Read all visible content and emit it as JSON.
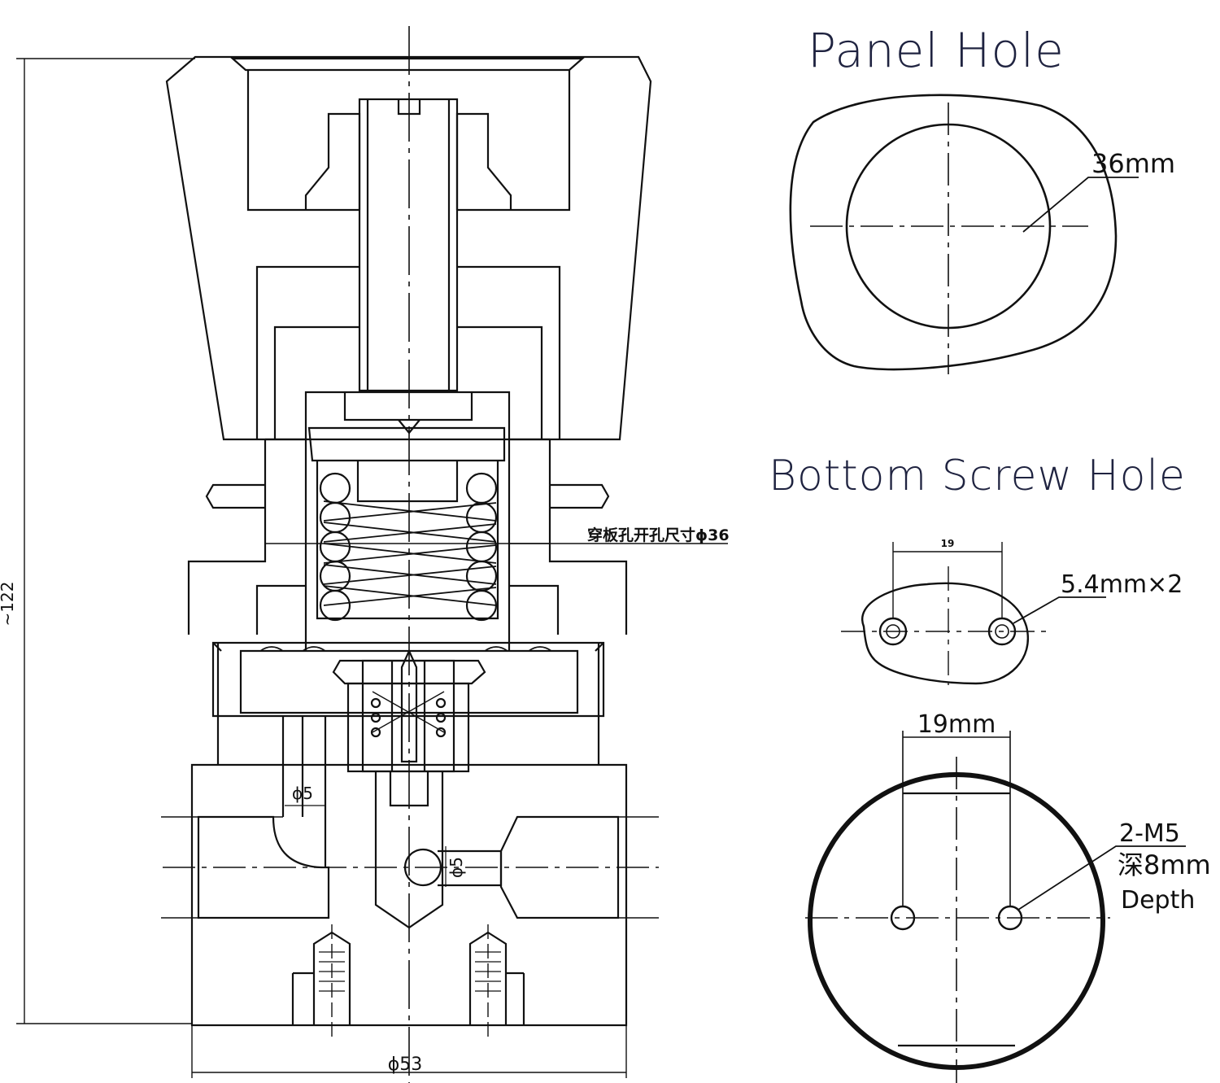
{
  "titles": {
    "panel_hole": "Panel Hole",
    "bottom_screw_hole": "Bottom Screw Hole"
  },
  "main_view": {
    "height_label": "~122",
    "base_diameter_label": "ϕ53",
    "port_left_label": "ϕ5",
    "port_right_label": "ϕ5",
    "panel_note": "穿板孔开孔尺寸ϕ36"
  },
  "panel_hole": {
    "diameter_label": "36mm"
  },
  "screw_hole_top": {
    "spacing_label": "19",
    "hole_label": "5.4mm×2"
  },
  "screw_hole_bottom": {
    "spacing_label": "19mm",
    "thread_label": "2-M5",
    "depth_label_cn": "深8mm",
    "depth_label_en": "Depth"
  },
  "colors": {
    "line": "#111111",
    "title": "#1f2340",
    "depth_text": "#555555"
  }
}
